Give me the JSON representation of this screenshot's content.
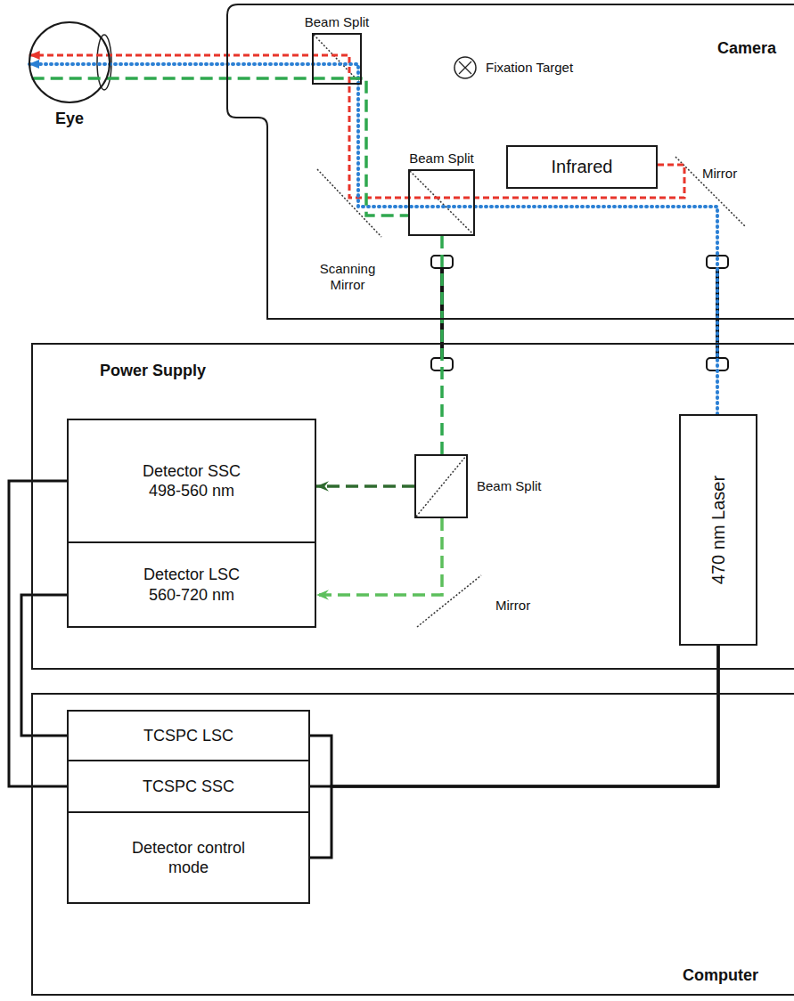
{
  "diagram": {
    "nodes": [
      {
        "text": [
          "Eye"
        ]
      },
      {
        "text": [
          "Camera"
        ]
      },
      {
        "text": [
          "Beam Split"
        ],
        "in": 1
      },
      {
        "text": [
          "Beam Split"
        ],
        "in": 1
      },
      {
        "text": [
          "Infrared"
        ],
        "in": 1
      },
      {
        "text": [
          "Power Supply"
        ]
      },
      {
        "text": [
          "Detector SSC 498-560 nm"
        ],
        "in": 5
      },
      {
        "text": [
          "Detector LSC 560-720 nm"
        ],
        "in": 5
      },
      {
        "text": [
          "Beam Split"
        ],
        "in": 5
      },
      {
        "text": [
          "470 nm Laser"
        ],
        "in": 5
      },
      {
        "text": [
          "Computer"
        ]
      },
      {
        "text": [
          "TCSPC LSC"
        ],
        "in": 10
      },
      {
        "text": [
          "TCSPC SSC"
        ],
        "in": 10
      },
      {
        "text": [
          "Detector control mode"
        ],
        "in": 10
      }
    ],
    "edges": [
      {
        "from": 4,
        "to": 0,
        "arrow": "to"
      },
      {
        "from": 9,
        "to": 0,
        "arrow": "to"
      },
      {
        "from": 0,
        "to": 3,
        "arrow": "none"
      },
      {
        "from": 3,
        "to": 8,
        "arrow": "none"
      },
      {
        "from": 8,
        "to": 6,
        "arrow": "to"
      },
      {
        "from": 8,
        "to": 7,
        "arrow": "to"
      },
      {
        "from": 6,
        "to": 12,
        "arrow": "none"
      },
      {
        "from": 7,
        "to": 11,
        "arrow": "none"
      },
      {
        "from": 9,
        "to": 11,
        "arrow": "none"
      },
      {
        "from": 9,
        "to": 12,
        "arrow": "none"
      },
      {
        "from": 9,
        "to": 13,
        "arrow": "none"
      }
    ],
    "labels": [
      "Fixation Target",
      "Mirror",
      "Scanning Mirror",
      "Mirror"
    ]
  }
}
